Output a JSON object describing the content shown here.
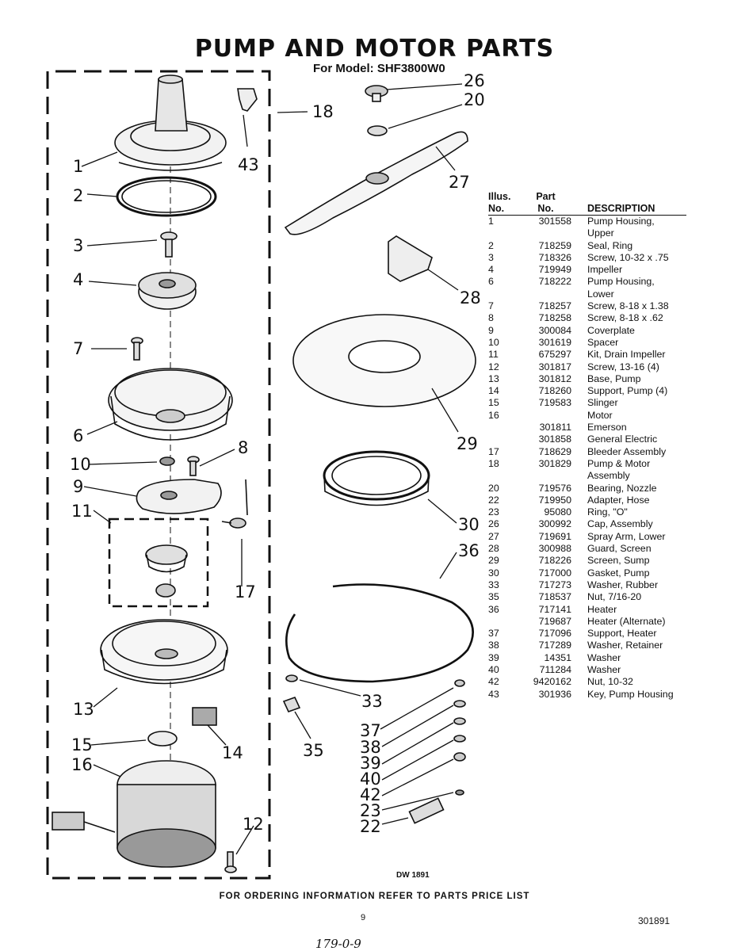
{
  "title": "PUMP AND MOTOR PARTS",
  "subtitle": "For Model: SHF3800W0",
  "callouts": [
    "1",
    "2",
    "3",
    "4",
    "7",
    "6",
    "10",
    "9",
    "11",
    "8",
    "17",
    "13",
    "15",
    "16",
    "14",
    "12",
    "43",
    "18",
    "26",
    "20",
    "27",
    "28",
    "29",
    "30",
    "36",
    "33",
    "35",
    "37",
    "38",
    "39",
    "40",
    "42",
    "23",
    "22"
  ],
  "parts_table": {
    "headers": {
      "illus": "Illus.\nNo.",
      "part": "Part\nNo.",
      "description": "DESCRIPTION"
    },
    "rows": [
      {
        "illus": "1",
        "part": "301558",
        "desc": "Pump Housing,"
      },
      {
        "illus": "",
        "part": "",
        "desc": "Upper"
      },
      {
        "illus": "2",
        "part": "718259",
        "desc": "Seal, Ring"
      },
      {
        "illus": "3",
        "part": "718326",
        "desc": "Screw, 10-32 x .75"
      },
      {
        "illus": "4",
        "part": "719949",
        "desc": "Impeller"
      },
      {
        "illus": "6",
        "part": "718222",
        "desc": "Pump Housing,"
      },
      {
        "illus": "",
        "part": "",
        "desc": "Lower"
      },
      {
        "illus": "7",
        "part": "718257",
        "desc": "Screw, 8-18 x 1.38"
      },
      {
        "illus": "8",
        "part": "718258",
        "desc": "Screw, 8-18 x .62"
      },
      {
        "illus": "9",
        "part": "300084",
        "desc": "Coverplate"
      },
      {
        "illus": "10",
        "part": "301619",
        "desc": "Spacer"
      },
      {
        "illus": "11",
        "part": "675297",
        "desc": "Kit, Drain Impeller"
      },
      {
        "illus": "12",
        "part": "301817",
        "desc": "Screw, 13-16 (4)"
      },
      {
        "illus": "13",
        "part": "301812",
        "desc": "Base, Pump"
      },
      {
        "illus": "14",
        "part": "718260",
        "desc": "Support, Pump (4)"
      },
      {
        "illus": "15",
        "part": "719583",
        "desc": "Slinger"
      },
      {
        "illus": "16",
        "part": "",
        "desc": "Motor"
      },
      {
        "illus": "",
        "part": "301811",
        "desc": "Emerson"
      },
      {
        "illus": "",
        "part": "301858",
        "desc": "General Electric"
      },
      {
        "illus": "17",
        "part": "718629",
        "desc": "Bleeder Assembly"
      },
      {
        "illus": "18",
        "part": "301829",
        "desc": "Pump & Motor"
      },
      {
        "illus": "",
        "part": "",
        "desc": "Assembly"
      },
      {
        "illus": "20",
        "part": "719576",
        "desc": "Bearing, Nozzle"
      },
      {
        "illus": "22",
        "part": "719950",
        "desc": "Adapter, Hose"
      },
      {
        "illus": "23",
        "part": "95080",
        "desc": "Ring, \"O\""
      },
      {
        "illus": "26",
        "part": "300992",
        "desc": "Cap, Assembly"
      },
      {
        "illus": "27",
        "part": "719691",
        "desc": "Spray Arm, Lower"
      },
      {
        "illus": "28",
        "part": "300988",
        "desc": "Guard, Screen"
      },
      {
        "illus": "29",
        "part": "718226",
        "desc": "Screen, Sump"
      },
      {
        "illus": "30",
        "part": "717000",
        "desc": "Gasket, Pump"
      },
      {
        "illus": "33",
        "part": "717273",
        "desc": "Washer, Rubber"
      },
      {
        "illus": "35",
        "part": "718537",
        "desc": "Nut, 7/16-20"
      },
      {
        "illus": "36",
        "part": "717141",
        "desc": "Heater"
      },
      {
        "illus": "",
        "part": "719687",
        "desc": "Heater (Alternate)"
      },
      {
        "illus": "37",
        "part": "717096",
        "desc": "Support, Heater"
      },
      {
        "illus": "38",
        "part": "717289",
        "desc": "Washer, Retainer"
      },
      {
        "illus": "39",
        "part": "14351",
        "desc": "Washer"
      },
      {
        "illus": "40",
        "part": "711284",
        "desc": "Washer"
      },
      {
        "illus": "42",
        "part": "9420162",
        "desc": "Nut, 10-32"
      },
      {
        "illus": "43",
        "part": "301936",
        "desc": "Key, Pump Housing"
      }
    ]
  },
  "drawing_number": "DW 1891",
  "footer_note": "FOR ORDERING INFORMATION REFER TO PARTS PRICE LIST",
  "page_number": "9",
  "document_number": "301891",
  "handwritten_note": "179-0-9"
}
